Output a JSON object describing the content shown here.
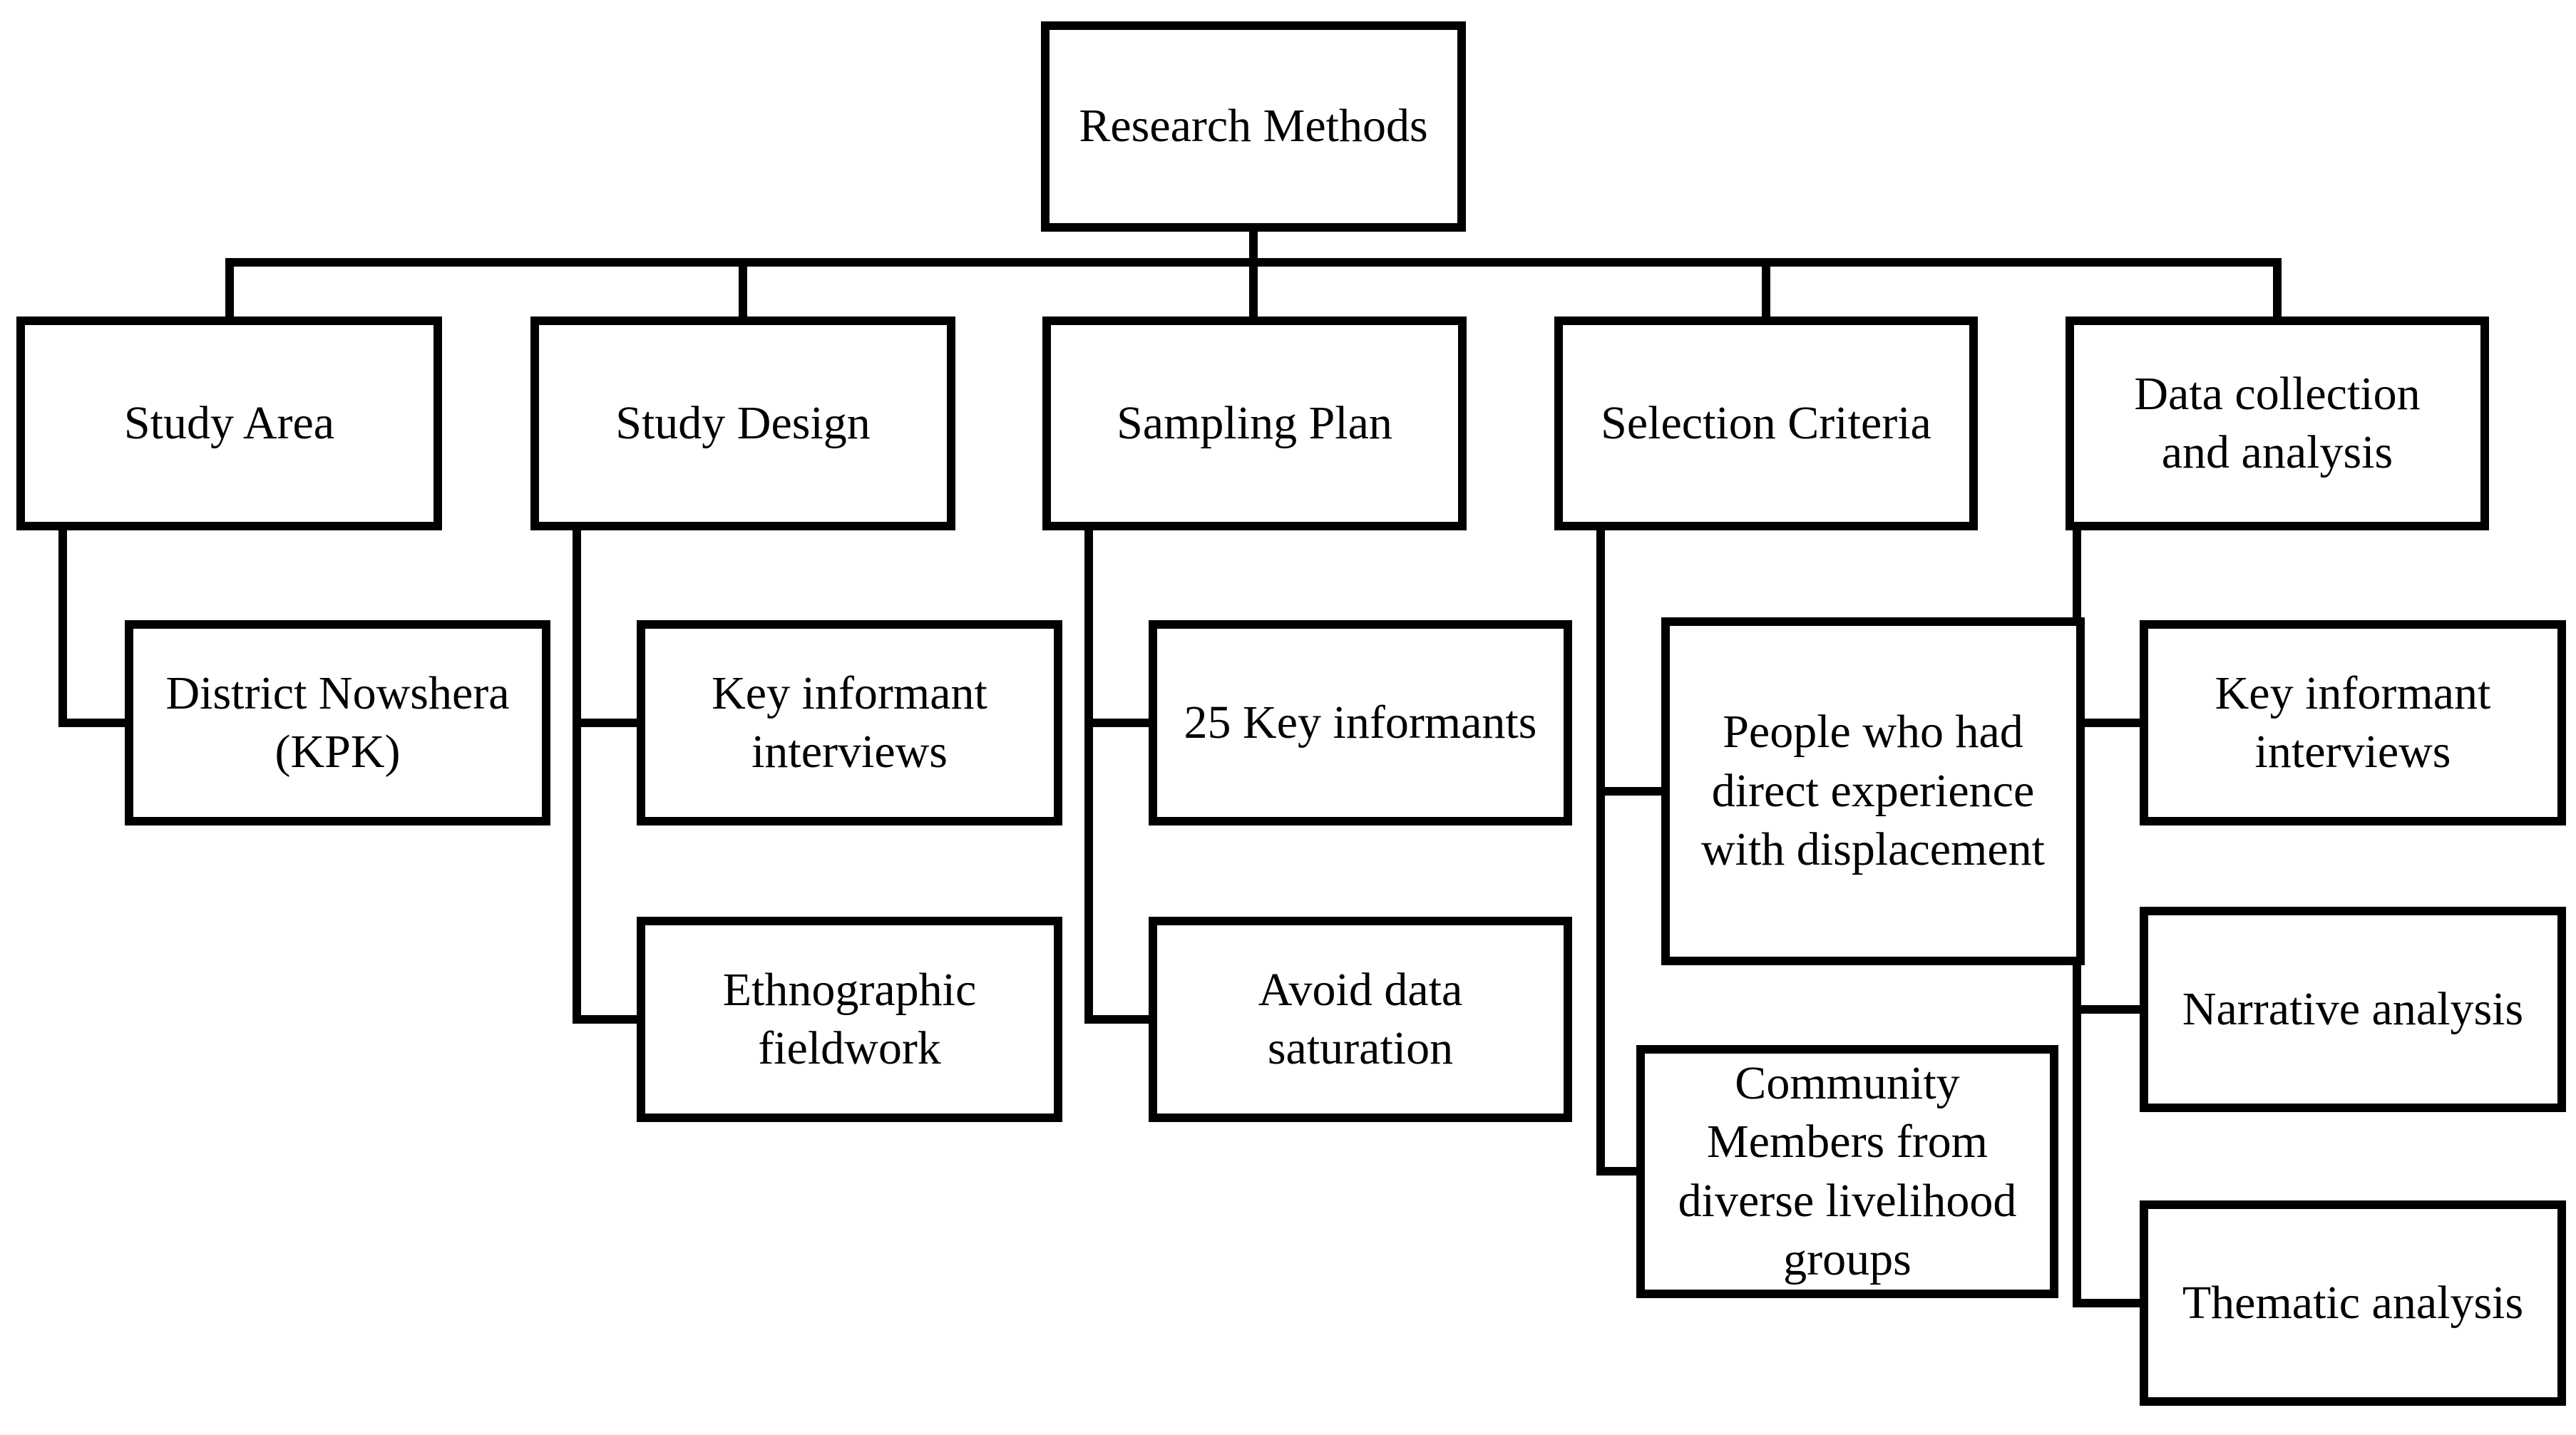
{
  "title": "Research Methods flowchart",
  "colors": {
    "background": "#ffffff",
    "border": "#000000",
    "text": "#000000"
  },
  "nodes": {
    "research_methods": "Research Methods",
    "study_area": "Study Area",
    "study_design": "Study Design",
    "sampling_plan": "Sampling Plan",
    "selection_criteria": "Selection Criteria",
    "data_collection": "Data collection\nand analysis",
    "district_nowshera": "District Nowshera\n(KPK)",
    "key_informant_interviews_1": "Key informant\ninterviews",
    "ethnographic_fieldwork": "Ethnographic\nfieldwork",
    "key_informants_25": "25 Key informants",
    "avoid_data_saturation": "Avoid data\nsaturation",
    "people_experience": "People who had\ndirect experience\nwith displacement",
    "community_members": "Community\nMembers from\ndiverse livelihood\ngroups",
    "key_informant_interviews_2": "Key informant\ninterviews",
    "narrative_analysis": "Narrative analysis",
    "thematic_analysis": "Thematic analysis"
  },
  "edges": [
    [
      "research_methods",
      "study_area"
    ],
    [
      "research_methods",
      "study_design"
    ],
    [
      "research_methods",
      "sampling_plan"
    ],
    [
      "research_methods",
      "selection_criteria"
    ],
    [
      "research_methods",
      "data_collection"
    ],
    [
      "study_area",
      "district_nowshera"
    ],
    [
      "study_design",
      "key_informant_interviews_1"
    ],
    [
      "study_design",
      "ethnographic_fieldwork"
    ],
    [
      "sampling_plan",
      "key_informants_25"
    ],
    [
      "sampling_plan",
      "avoid_data_saturation"
    ],
    [
      "selection_criteria",
      "people_experience"
    ],
    [
      "selection_criteria",
      "community_members"
    ],
    [
      "data_collection",
      "key_informant_interviews_2"
    ],
    [
      "data_collection",
      "narrative_analysis"
    ],
    [
      "data_collection",
      "thematic_analysis"
    ]
  ]
}
